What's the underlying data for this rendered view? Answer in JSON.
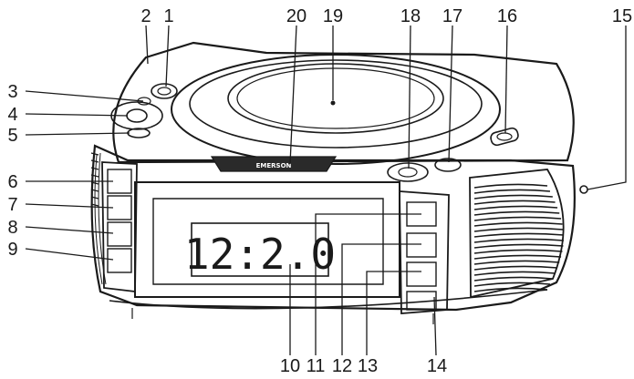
{
  "display": {
    "time": "12:2.0",
    "brand": "EMERSON"
  },
  "callouts": [
    {
      "id": "c1",
      "label": "1"
    },
    {
      "id": "c2",
      "label": "2"
    },
    {
      "id": "c3",
      "label": "3"
    },
    {
      "id": "c4",
      "label": "4"
    },
    {
      "id": "c5",
      "label": "5"
    },
    {
      "id": "c6",
      "label": "6"
    },
    {
      "id": "c7",
      "label": "7"
    },
    {
      "id": "c8",
      "label": "8"
    },
    {
      "id": "c9",
      "label": "9"
    },
    {
      "id": "c10",
      "label": "10"
    },
    {
      "id": "c11",
      "label": "11"
    },
    {
      "id": "c12",
      "label": "12"
    },
    {
      "id": "c13",
      "label": "13"
    },
    {
      "id": "c14",
      "label": "14"
    },
    {
      "id": "c15",
      "label": "15"
    },
    {
      "id": "c16",
      "label": "16"
    },
    {
      "id": "c17",
      "label": "17"
    },
    {
      "id": "c18",
      "label": "18"
    },
    {
      "id": "c19",
      "label": "19"
    },
    {
      "id": "c20",
      "label": "20"
    }
  ]
}
